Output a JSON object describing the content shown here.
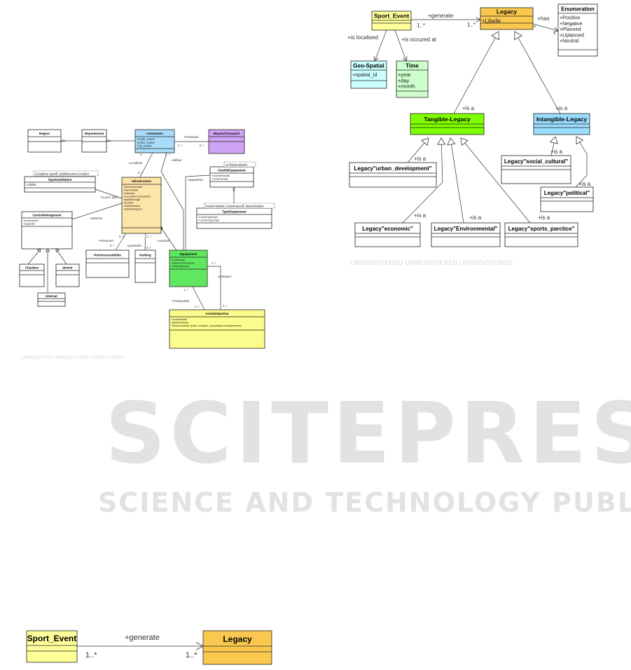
{
  "watermark": {
    "brand": "SCITEPRESS",
    "tagline": "SCIENCE AND TECHNOLOGY PUBLICATIONS",
    "unregistered": "UNREGISTERED"
  },
  "left_diagram": {
    "classes": [
      {
        "id": "region",
        "name": "Region",
        "attrs": [],
        "fill": "#ffffff"
      },
      {
        "id": "departement",
        "name": "Departement",
        "attrs": [],
        "fill": "#ffffff"
      },
      {
        "id": "communes",
        "name": "communes",
        "attrs": [
          "+Code_comm",
          "+insee_comm",
          "+Lib_comm"
        ],
        "fill": "#a8dcfa"
      },
      {
        "id": "moyens",
        "name": "MoyensTransport",
        "attrs": [],
        "fill": "#cfa3f3"
      },
      {
        "id": "typeinst",
        "name": "TypeInstallation",
        "attrs": [
          "+Libelle"
        ],
        "fill": "#ffffff"
      },
      {
        "id": "infra",
        "name": "Infrastructure",
        "attrs": [
          "+NumeroInstall",
          "+NomInstall",
          "+adresse",
          "+couverture (boulean)",
          "+gardiennage",
          "+surface",
          "+datecreation",
          "+datemiseajour"
        ],
        "fill": "#fde4a8"
      },
      {
        "id": "famille",
        "name": "FamilleEquipement",
        "attrs": [
          "+LibelleFamille",
          "+codeFamille"
        ],
        "fill": "#ffffff"
      },
      {
        "id": "typeequip",
        "name": "TypeEquipement",
        "attrs": [
          "+CodeTypeEqui",
          "+LibelleTypeEqui"
        ],
        "fill": "#ffffff"
      },
      {
        "id": "centre",
        "name": "CentreHebergement",
        "attrs": [
          "+codecentre",
          "+capacite"
        ],
        "fill": "#ffffff"
      },
      {
        "id": "chambre",
        "name": "Chambre",
        "attrs": [],
        "fill": "#ffffff"
      },
      {
        "id": "dortoir",
        "name": "dortoir",
        "attrs": [],
        "fill": "#ffffff"
      },
      {
        "id": "internat",
        "name": "Internat",
        "attrs": [],
        "fill": "#ffffff"
      },
      {
        "id": "pointacc",
        "name": "PointAccessibilite",
        "attrs": [],
        "fill": "#ffffff"
      },
      {
        "id": "parking",
        "name": "Parking",
        "attrs": [],
        "fill": "#ffffff"
      },
      {
        "id": "equipement",
        "name": "Equipement",
        "attrs": [
          "+codeequip",
          "+datecreationequip",
          "+datemajequip"
        ],
        "fill": "#5fe85f"
      },
      {
        "id": "activite",
        "name": "ActiviteSportive",
        "attrs": [
          "+codeactivite",
          "+libelleActivite",
          "+Niveauactivite (loisir, scolaire, competition,entrainement)"
        ],
        "fill": "#fcfc8c"
      }
    ],
    "notes": [
      {
        "id": "note_typeinst",
        "text": "Complexe sportif, etablissement scolaire"
      },
      {
        "id": "note_famille",
        "text": "ex:Bassinatation"
      },
      {
        "id": "note_typeequip",
        "text": "bassinnatation, bassinsportif, bassinludique"
      }
    ],
    "labels": [
      {
        "id": "posseder1",
        "text": "+Posseder"
      },
      {
        "id": "m_comm_moy1",
        "text": "1..*"
      },
      {
        "id": "m_comm_moy2",
        "text": "0..*"
      },
      {
        "id": "localiser",
        "text": "+Localiser"
      },
      {
        "id": "m_loc1",
        "text": "1"
      },
      {
        "id": "m_loc2",
        "text": "0..*"
      },
      {
        "id": "utiliser",
        "text": "+utiliser"
      },
      {
        "id": "m_util1",
        "text": "1..*"
      },
      {
        "id": "m_util2",
        "text": "*"
      },
      {
        "id": "apourtype",
        "text": "+a pour type"
      },
      {
        "id": "attacher",
        "text": "+attacher"
      },
      {
        "id": "m_pres1",
        "text": "0..1"
      },
      {
        "id": "presenter",
        "text": "+Presenter"
      },
      {
        "id": "m_pres2",
        "text": "0..*"
      },
      {
        "id": "m_poss1",
        "text": "1..*"
      },
      {
        "id": "posseder2",
        "text": "+posseder"
      },
      {
        "id": "m_poss2",
        "text": "0..*"
      },
      {
        "id": "contenir",
        "text": "+contenir"
      },
      {
        "id": "appartenir",
        "text": "+appartenir"
      },
      {
        "id": "m_prat1",
        "text": "1..*"
      },
      {
        "id": "pratiquable",
        "text": "+Pratiquable"
      },
      {
        "id": "m_prat2",
        "text": "1..*"
      },
      {
        "id": "m_pq1",
        "text": "1..*"
      },
      {
        "id": "pratiquer",
        "text": "+pratiquer"
      },
      {
        "id": "m_pq2",
        "text": "1..*"
      }
    ]
  },
  "right_diagram": {
    "classes": [
      {
        "id": "sport",
        "name": "Sport_Event",
        "attrs": [],
        "fill": "#ffff99"
      },
      {
        "id": "legacy",
        "name": "Legacy",
        "attrs": [
          "+Libelle"
        ],
        "fill": "#fbc84f"
      },
      {
        "id": "enum",
        "name": "Enumeration",
        "attrs": [
          "+Positive",
          "+Negative",
          "+Planned",
          "+Uplanned",
          "+Neutral"
        ],
        "fill": "#ffffff"
      },
      {
        "id": "geo",
        "name": "Geo-Spatial",
        "attrs": [
          "+spatial_id"
        ],
        "fill": "#ccffff"
      },
      {
        "id": "time",
        "name": "Time",
        "attrs": [
          "+year",
          "+day",
          "+month"
        ],
        "fill": "#ccffcc"
      },
      {
        "id": "tangible",
        "name": "Tangible-Legacy",
        "attrs": [],
        "fill": "#80ff00"
      },
      {
        "id": "intangible",
        "name": "Intangible-Legacy",
        "attrs": [],
        "fill": "#99ddff"
      },
      {
        "id": "urban",
        "name": "Legacy\"urban_development\"",
        "attrs": [],
        "fill": "#ffffff"
      },
      {
        "id": "social",
        "name": "Legacy\"social_cultural\"",
        "attrs": [],
        "fill": "#ffffff"
      },
      {
        "id": "political",
        "name": "Legacy\"political\"",
        "attrs": [],
        "fill": "#ffffff"
      },
      {
        "id": "economic",
        "name": "Legacy\"economic\"",
        "attrs": [],
        "fill": "#ffffff"
      },
      {
        "id": "environmental",
        "name": "Legacy\"Environmental\"",
        "attrs": [],
        "fill": "#ffffff"
      },
      {
        "id": "sports",
        "name": "Legacy\"sports_parctice\"",
        "attrs": [],
        "fill": "#ffffff"
      }
    ],
    "labels": [
      {
        "id": "generate",
        "text": "+generate"
      },
      {
        "id": "m_gen1",
        "text": "1..*"
      },
      {
        "id": "m_gen2",
        "text": "1..*"
      },
      {
        "id": "has",
        "text": "+has"
      },
      {
        "id": "m_has1",
        "text": "*"
      },
      {
        "id": "m_has2",
        "text": "*"
      },
      {
        "id": "localised",
        "text": "+is localised"
      },
      {
        "id": "occured",
        "text": "+is occured at"
      },
      {
        "id": "isa_tang",
        "text": "+is a"
      },
      {
        "id": "isa_intang",
        "text": "+is a"
      },
      {
        "id": "isa_urban",
        "text": "+is a"
      },
      {
        "id": "isa_econ",
        "text": "+is a"
      },
      {
        "id": "isa_env",
        "text": "+is a"
      },
      {
        "id": "isa_sports",
        "text": "+is a"
      },
      {
        "id": "isa_social",
        "text": "+is a"
      },
      {
        "id": "isa_pol",
        "text": "+is a"
      }
    ]
  },
  "bottom_diagram": {
    "classes": [
      {
        "id": "b_sport",
        "name": "Sport_Event",
        "attrs": [],
        "fill": "#ffff99"
      },
      {
        "id": "b_legacy",
        "name": "Legacy",
        "attrs": [],
        "fill": "#fbc84f"
      }
    ],
    "labels": [
      {
        "id": "b_generate",
        "text": "+generate"
      },
      {
        "id": "b_m1",
        "text": "1..*"
      },
      {
        "id": "b_m2",
        "text": "1..*"
      }
    ]
  }
}
